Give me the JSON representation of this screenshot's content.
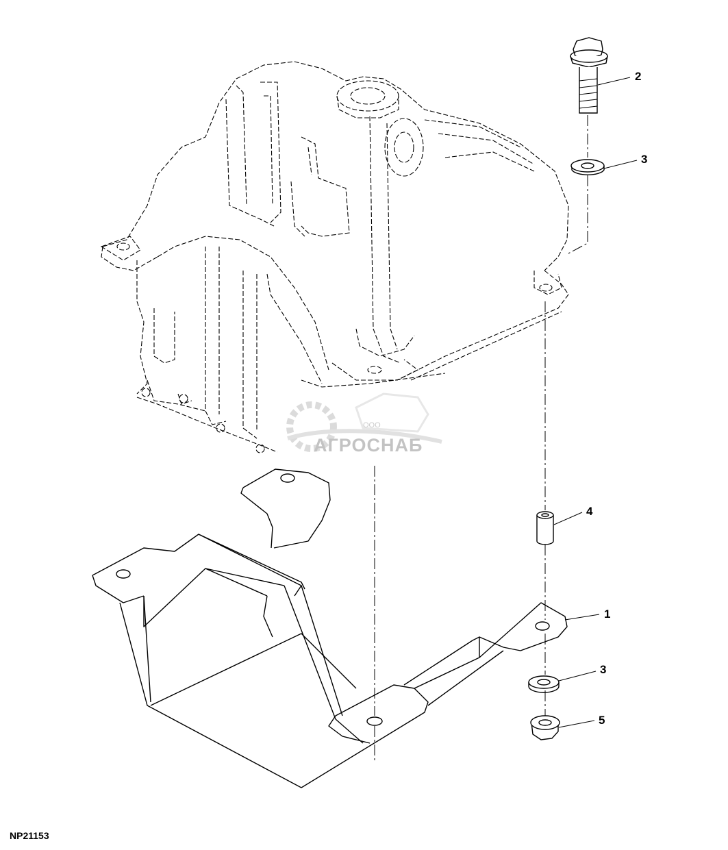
{
  "figure_id": "NP21153",
  "watermark": {
    "line1": "ООО",
    "line2": "АГРОСНАБ"
  },
  "callouts": [
    {
      "id": "callout-1",
      "label": "1"
    },
    {
      "id": "callout-2",
      "label": "2"
    },
    {
      "id": "callout-3-top",
      "label": "3"
    },
    {
      "id": "callout-3-bottom",
      "label": "3"
    },
    {
      "id": "callout-4",
      "label": "4"
    },
    {
      "id": "callout-5",
      "label": "5"
    }
  ]
}
